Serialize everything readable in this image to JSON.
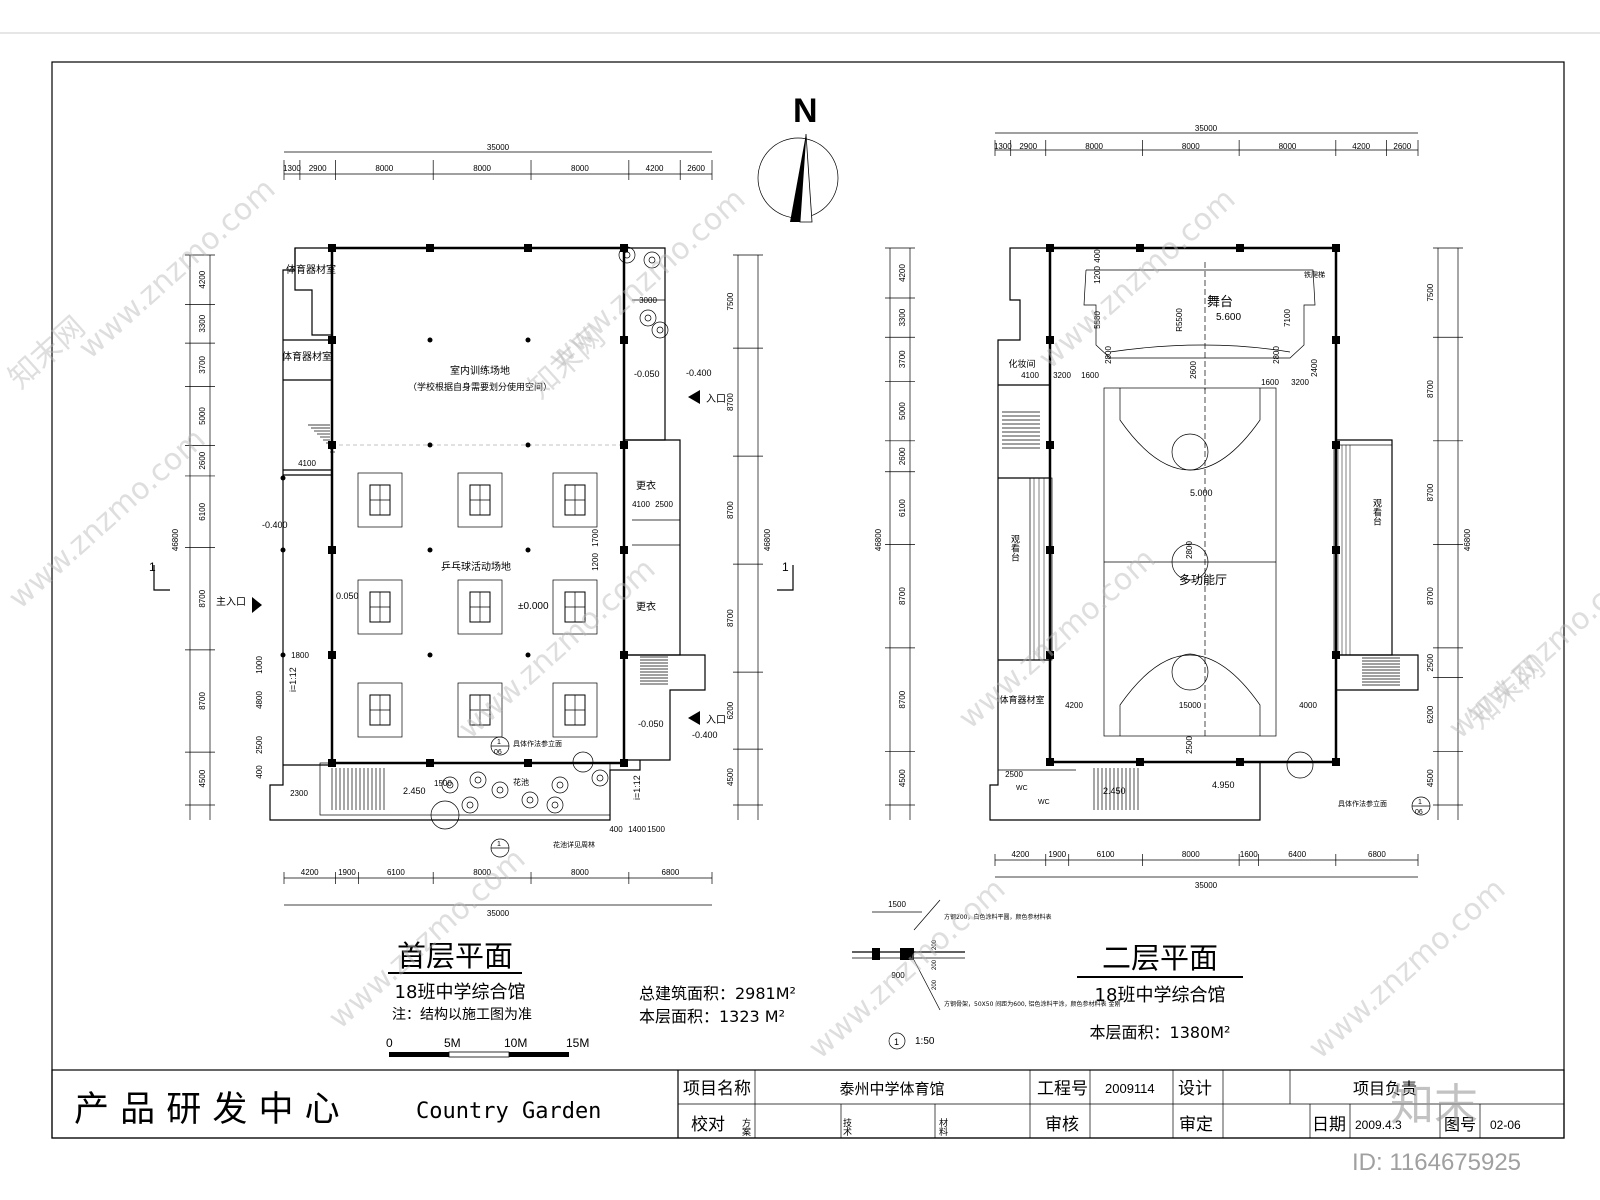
{
  "north_label": "N",
  "watermark": "www.znzmo.com",
  "watermark_brand": "知末网",
  "watermark_logo": "知末",
  "image_id_label": "ID: 1164675925",
  "ground_floor": {
    "overall_dim": "35000",
    "top_dims": [
      "1300",
      "2900",
      "8000",
      "8000",
      "8000",
      "4200",
      "2600"
    ],
    "bottom_dims": [
      "4200",
      "1900",
      "6100",
      "8000",
      "8000",
      "6800"
    ],
    "bottom_small_dims": [
      "400",
      "1400",
      "1500"
    ],
    "left_dims": [
      "4200",
      "3300",
      "3700",
      "5000",
      "2600",
      "6100",
      "8700",
      "8700",
      "4500"
    ],
    "left_total": "46800",
    "right_dims": [
      "7500",
      "8700",
      "8700",
      "8700",
      "6200",
      "4500"
    ],
    "right_total": "46800",
    "rooms": {
      "equip_room_1": "体育器材室",
      "equip_room_2": "体育器材室",
      "training": "室内训练场地",
      "training_note": "（学校根据自身需要划分使用空间）",
      "pingpong": "乒乓球活动场地",
      "changing_1": "更衣",
      "changing_2": "更衣",
      "main_entrance": "主入口",
      "entrance_1": "入口",
      "entrance_2": "入口",
      "flower_bed": "花池",
      "flower_bed_ref": "花池详见周林",
      "elev_note": "具体作法参立面",
      "ramp": "i=1:12",
      "ramp_2": "i=1:12"
    },
    "levels": {
      "zero": "±0.000",
      "l1": "-0.400",
      "l2": "-0.050",
      "l3": "0.050",
      "l4": "-0.400",
      "l5": "-0.050",
      "l6": "-0.400",
      "stair": "2.450",
      "w": "1500"
    },
    "misc_dims": [
      "3000",
      "4100",
      "4100",
      "2500",
      "1800",
      "4800",
      "2500",
      "2300",
      "400",
      "1000",
      "1700",
      "1200"
    ],
    "section_mark": "1",
    "detail_ref": "06",
    "title": "首层平面",
    "subtitle": "18班中学综合馆",
    "note": "注：结构以施工图为准",
    "total_area": "总建筑面积：2981M²",
    "floor_area": "本层面积：1323 M²",
    "scale_labels": [
      "0",
      "5M",
      "10M",
      "15M"
    ]
  },
  "second_floor": {
    "overall_dim": "35000",
    "top_dims": [
      "1300",
      "2900",
      "8000",
      "8000",
      "8000",
      "4200",
      "2600"
    ],
    "bottom_dims": [
      "4200",
      "1900",
      "6100",
      "8000",
      "1600",
      "6400",
      "6800"
    ],
    "left_dims": [
      "4200",
      "3300",
      "3700",
      "5000",
      "2600",
      "6100",
      "8700",
      "8700",
      "4500"
    ],
    "left_total": "46800",
    "right_dims": [
      "7500",
      "8700",
      "8700",
      "8700",
      "2500",
      "6200",
      "4500"
    ],
    "right_total": "46800",
    "rooms": {
      "stage": "舞台",
      "makeup": "化妆间",
      "iron_ladder": "铁爬梯",
      "stand_left": "观看台",
      "stand_right": "观看台",
      "hall": "多功能厅",
      "equip_room": "体育器材室",
      "wc1": "WC",
      "wc2": "WC",
      "elev_note": "具体作法参立面"
    },
    "levels": {
      "stage": "5.600",
      "hall": "5.000",
      "stair": "2.450",
      "landing": "4.950"
    },
    "misc_dims": [
      "400",
      "1200",
      "5580",
      "7100",
      "2800",
      "2800",
      "2400",
      "4100",
      "3200",
      "1600",
      "1600",
      "3200",
      "2600",
      "2800",
      "4200",
      "15000",
      "4000",
      "2500",
      "2500",
      "R5500"
    ],
    "detail_ref": "06",
    "title": "二层平面",
    "subtitle": "18班中学综合馆",
    "floor_area": "本层面积：1380M²"
  },
  "detail": {
    "dims": [
      "1500",
      "900",
      "200",
      "200",
      "200"
    ],
    "note_top": "方钢200，白色涂料平圆，颜色参材料表",
    "note_bottom": "方钢骨架，50X50 间距为600, 铝色涂料平涂，颜色参材料表 金刚",
    "scale": "1:50",
    "mark": "1"
  },
  "title_block": {
    "company": "产 品 研 发 中 心",
    "company_en": "Country Garden",
    "project_name_label": "项目名称",
    "project_name": "泰州中学体育馆",
    "project_no_label": "工程号",
    "project_no": "2009114",
    "design_label": "设计",
    "leader_label": "项目负责",
    "check_label": "校对",
    "scheme_label": "方案",
    "tech_label": "技术",
    "material_label": "材料",
    "review_label": "审核",
    "approve_label": "审定",
    "date_label": "日期",
    "date": "2009.4.3",
    "drawing_no_label": "图号",
    "drawing_no": "02-06"
  }
}
